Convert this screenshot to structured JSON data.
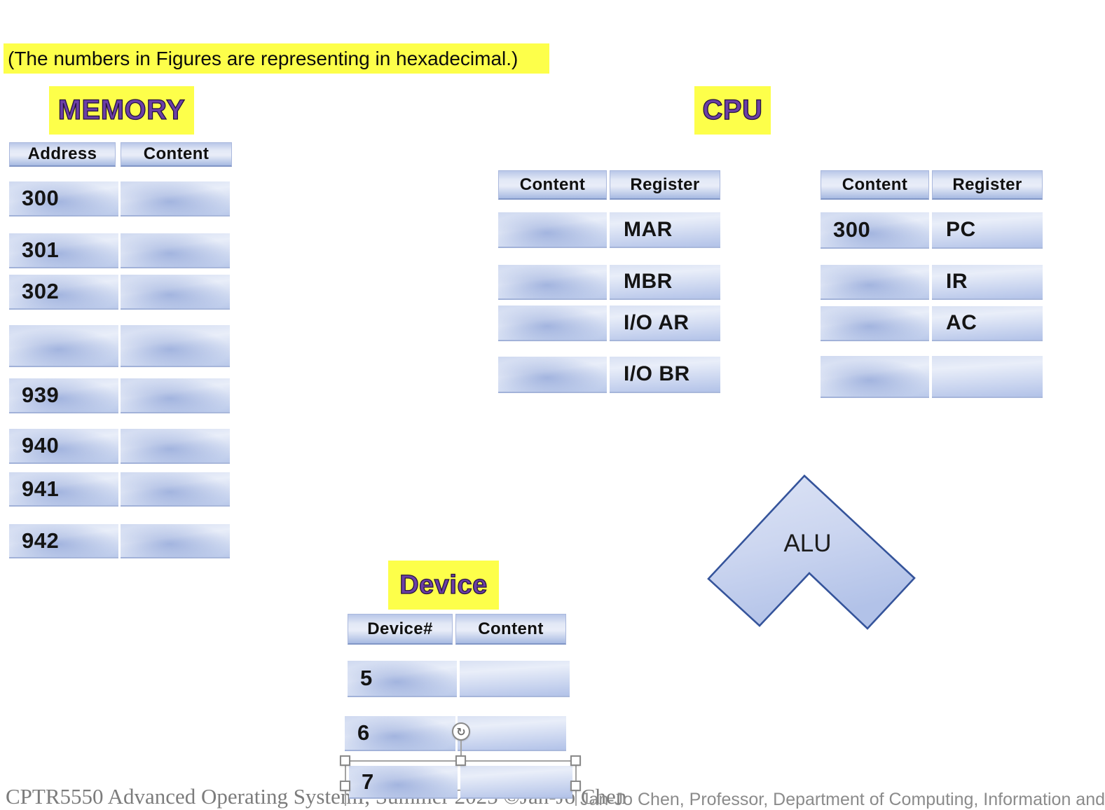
{
  "note": "(The numbers in Figures are representing in hexadecimal.)",
  "memory": {
    "title": "MEMORY",
    "headers": {
      "col1": "Address",
      "col2": "Content"
    },
    "rows": [
      {
        "address": "300",
        "content": ""
      },
      {
        "address": "301",
        "content": ""
      },
      {
        "address": "302",
        "content": ""
      },
      {
        "address": "",
        "content": ""
      },
      {
        "address": "939",
        "content": ""
      },
      {
        "address": "940",
        "content": ""
      },
      {
        "address": "941",
        "content": ""
      },
      {
        "address": "942",
        "content": ""
      }
    ]
  },
  "cpu": {
    "title": "CPU",
    "mar_table": {
      "headers": {
        "col1": "Content",
        "col2": "Register"
      },
      "rows": [
        {
          "content": "",
          "register": "MAR"
        },
        {
          "content": "",
          "register": "MBR"
        },
        {
          "content": "",
          "register": "I/O AR"
        },
        {
          "content": "",
          "register": "I/O BR"
        }
      ]
    },
    "pc_table": {
      "headers": {
        "col1": "Content",
        "col2": "Register"
      },
      "rows": [
        {
          "content": "300",
          "register": "PC"
        },
        {
          "content": "",
          "register": "IR"
        },
        {
          "content": "",
          "register": "AC"
        },
        {
          "content": "",
          "register": ""
        }
      ]
    },
    "alu_label": "ALU"
  },
  "device": {
    "title": "Device",
    "headers": {
      "col1": "Device#",
      "col2": "Content"
    },
    "rows": [
      {
        "num": "5",
        "content": ""
      },
      {
        "num": "6",
        "content": ""
      },
      {
        "num": "7",
        "content": ""
      }
    ]
  },
  "selection": {
    "rotate_icon": "↻"
  },
  "footer": {
    "course": "CPTR5550 Advanced Operating System",
    "course_hidden": "I, Summer 2025 ©Jan-Jo Chen",
    "author": "Jan-Jo Chen, Professor, Department of Computing, Information and"
  },
  "colors": {
    "highlight_yellow": "#fdff4a",
    "title_purple": "#6b3fa6",
    "cell_blue_dark": "#a9bce4",
    "cell_blue_light": "#e9eef9",
    "alu_border": "#35549b",
    "footer_gray": "#7c7c7c"
  }
}
